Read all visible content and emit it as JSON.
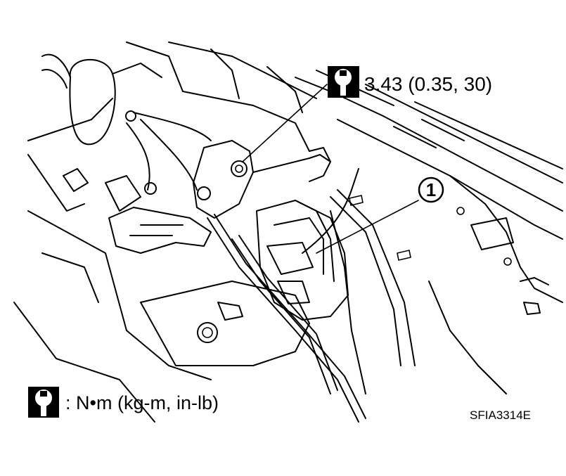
{
  "torque_callout": {
    "value": "3.43 (0.35, 30)",
    "icon": "torque-wrench-icon"
  },
  "part_callout": {
    "number": "1"
  },
  "legend": {
    "icon": "torque-wrench-icon",
    "text": ": N•m (kg-m, in-lb)"
  },
  "figure_code": "SFIA3314E"
}
